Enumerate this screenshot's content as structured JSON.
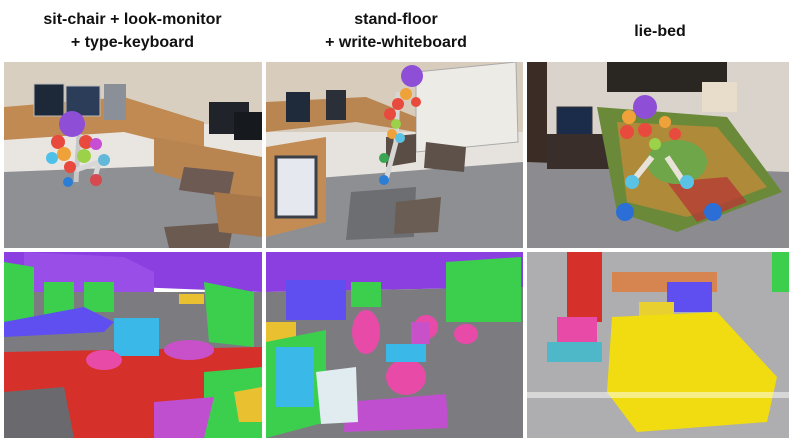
{
  "captions": {
    "left": [
      "sit-chair + look-monitor",
      "+ type-keyboard"
    ],
    "middle": [
      "stand-floor",
      "+ write-whiteboard"
    ],
    "right": [
      "lie-bed"
    ]
  }
}
